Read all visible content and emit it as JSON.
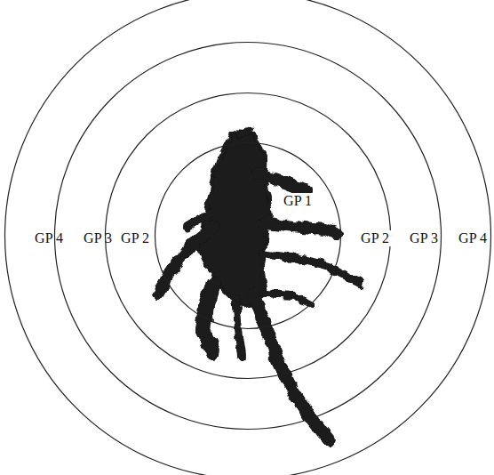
{
  "diagram": {
    "nodes": [
      {
        "text": [
          "GP 4",
          "GP 4"
        ]
      },
      {
        "text": [
          "GP 3",
          "GP 3"
        ],
        "in": 0
      },
      {
        "text": [
          "GP 2",
          "GP 2"
        ],
        "in": 1
      },
      {
        "text": [
          "GP 1"
        ],
        "in": 2
      }
    ]
  }
}
